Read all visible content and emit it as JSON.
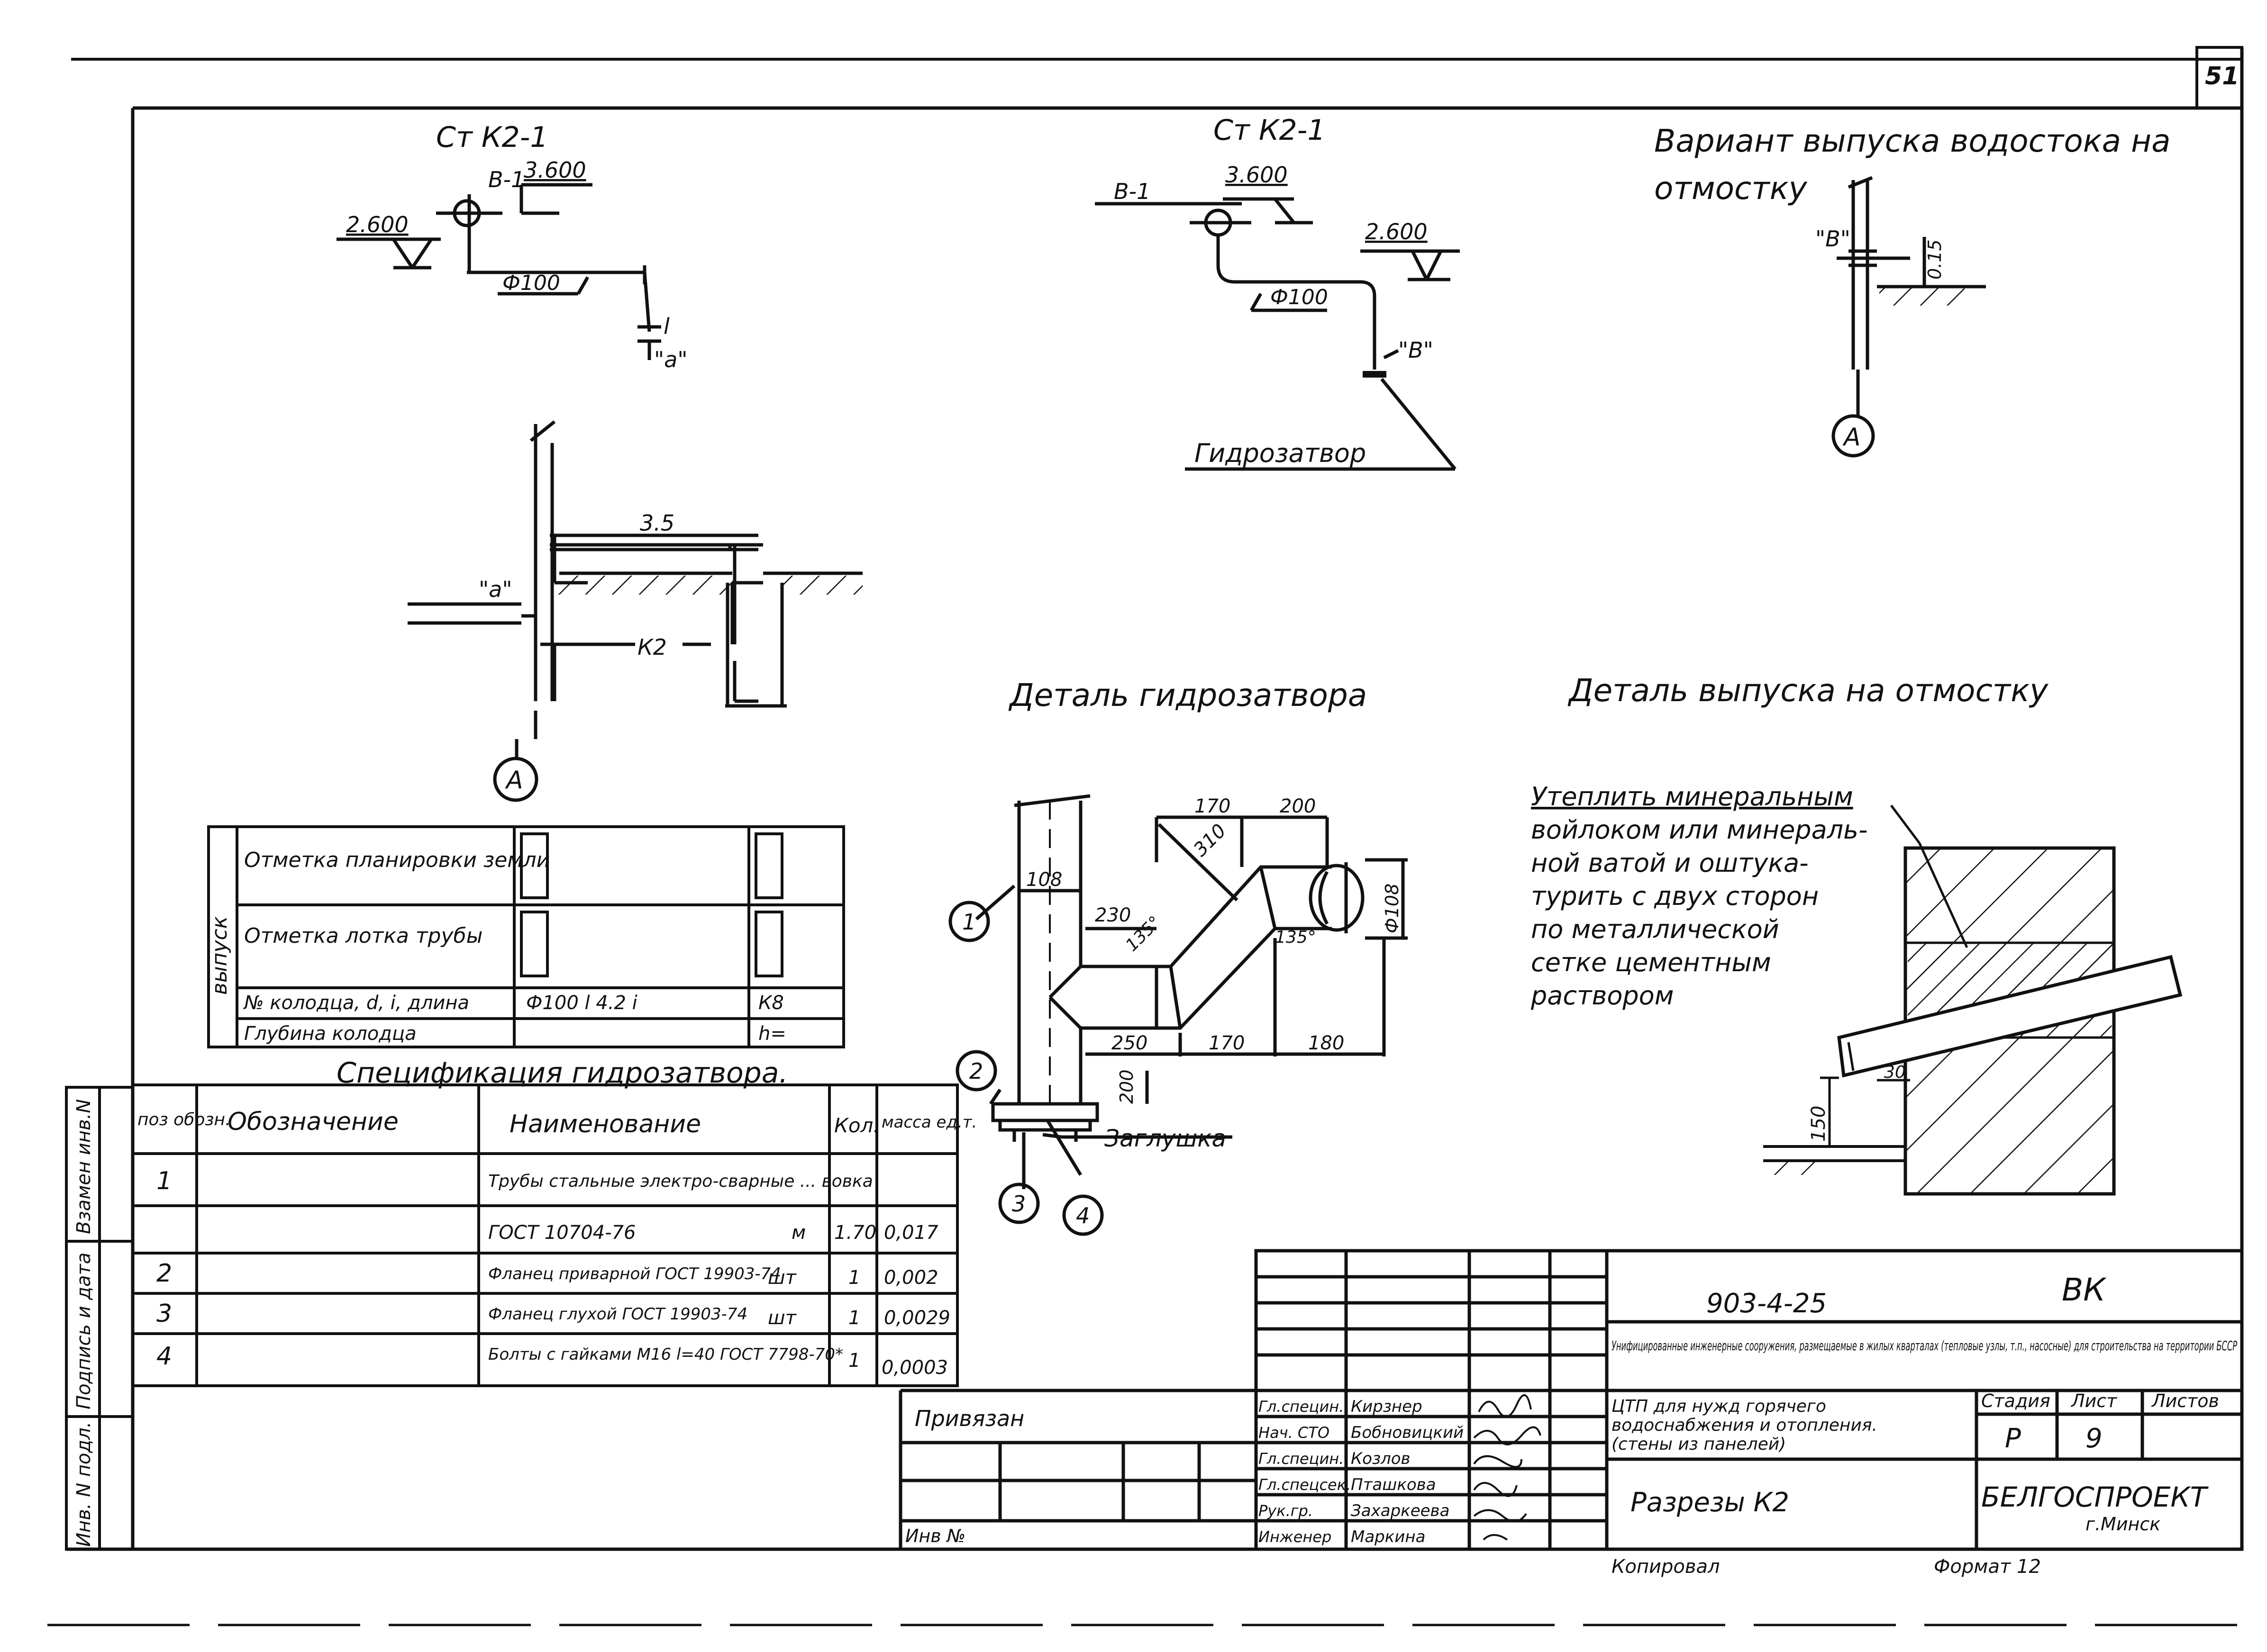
{
  "sheet": {
    "page_number": "51",
    "side_labels": [
      "Инв. N подл.",
      "Подпись и дата",
      "Взамен инв.N"
    ]
  },
  "views": {
    "left_view_title": "Ст К2-1",
    "left_elev_1": "2.600",
    "left_elev_2": "3.600",
    "left_tag_v1": "В-1",
    "left_pipe_dia": "Ф100",
    "left_tag_l": "l",
    "left_tag_a": "\"а\"",
    "mid_view_title": "Ст К2-1",
    "mid_tag_v1": "В-1",
    "mid_elev_1": "3.600",
    "mid_elev_2": "2.600",
    "mid_pipe_dia": "Ф100",
    "mid_tag_b": "\"В\"",
    "hydroseal_label": "Гидрозатвор",
    "right_view_title_1": "Вариант выпуска водостока на",
    "right_view_title_2": "отмостку",
    "right_tag_b": "\"В\"",
    "right_dim": "0.15",
    "right_circle": "А",
    "section_dim": "3.5",
    "section_tag_a": "\"а\"",
    "section_tag_k2": "К2",
    "section_circle": "А"
  },
  "detail_hydroseal": {
    "title": "Деталь гидрозатвора",
    "dims": [
      "108",
      "170",
      "200",
      "310",
      "230",
      "135°",
      "135°",
      "Ф108",
      "250",
      "170",
      "180",
      "200"
    ],
    "callouts": [
      "1",
      "2",
      "3",
      "4"
    ],
    "plug_label": "Заглушка"
  },
  "detail_outlet": {
    "title": "Деталь выпуска на отмостку",
    "note_lines": [
      "Утеплить минеральным",
      "войлоком или минераль-",
      "ной ватой и оштука-",
      "турить с двух сторон",
      "по металлической",
      "сетке цементным",
      "раствором"
    ],
    "dim_150": "150",
    "dim_30": "30"
  },
  "outlet_table": {
    "group_label": "выпуск",
    "rows": [
      {
        "label": "Отметка планировки земли",
        "c1": "",
        "c2": ""
      },
      {
        "label": "Отметка лотка трубы",
        "c1": "",
        "c2": ""
      },
      {
        "label": "№ колодца, d, i, длина",
        "c1": "Ф100   l 4.2   i",
        "c2": "К8"
      },
      {
        "label": "Глубина колодца",
        "c1": "",
        "c2": "h="
      }
    ]
  },
  "spec": {
    "title": "Спецификация гидрозатвора.",
    "headers": {
      "pos": "поз обозн.",
      "designation": "Обозначение",
      "name": "Наименование",
      "qty": "Кол.",
      "mass": "масса ед.т."
    },
    "rows": [
      {
        "pos": "1",
        "designation": "",
        "name": "Трубы стальные электро-сварные ... вовка",
        "unit": "",
        "qty": "",
        "mass": ""
      },
      {
        "pos": "",
        "designation": "",
        "name": "ГОСТ 10704-76",
        "unit": "м",
        "qty": "1.70",
        "mass": "0,017"
      },
      {
        "pos": "2",
        "designation": "",
        "name": "Фланец приварной ГОСТ 19903-74",
        "unit": "шт",
        "qty": "1",
        "mass": "0,002"
      },
      {
        "pos": "3",
        "designation": "",
        "name": "Фланец глухой ГОСТ 19903-74",
        "unit": "шт",
        "qty": "1",
        "mass": "0,0029"
      },
      {
        "pos": "4",
        "designation": "",
        "name": "Болты с гайками М16 l=40 ГОСТ 7798-70*",
        "unit": "",
        "qty": "1",
        "mass": "0,0003"
      }
    ]
  },
  "title_block": {
    "project_code": "903-4-25",
    "stage_mark": "ВК",
    "description": "Унифицированные инженерные сооружения, размещаемые в жилых кварталах (тепловые узлы, т.п., насосные) для строительства на территории БССР",
    "doc_title_1": "ЦТП для нужд горячего",
    "doc_title_2": "водоснабжения и отопления.",
    "doc_title_3": "(стены из панелей)",
    "sheet_title": "Разрезы К2",
    "stage_header": "Стадия",
    "sheet_header": "Лист",
    "sheets_header": "Листов",
    "stage_value": "Р",
    "sheet_value": "9",
    "org_name": "БЕЛГОСПРОЕКТ",
    "org_city": "г.Минск",
    "linked_label": "Привязан",
    "inv_label": "Инв №",
    "signers": [
      {
        "role": "Гл.специн.",
        "name": "Кирзнер"
      },
      {
        "role": "Нач. СТО",
        "name": "Бобновицкий"
      },
      {
        "role": "Гл.специн.",
        "name": "Козлов"
      },
      {
        "role": "Гл.спецсек.",
        "name": "Пташкова"
      },
      {
        "role": "Рук.гр.",
        "name": "Захаркеева"
      },
      {
        "role": "Инженер",
        "name": "Маркина"
      }
    ],
    "copied_label": "Копировал",
    "format_label": "Формат 12"
  }
}
